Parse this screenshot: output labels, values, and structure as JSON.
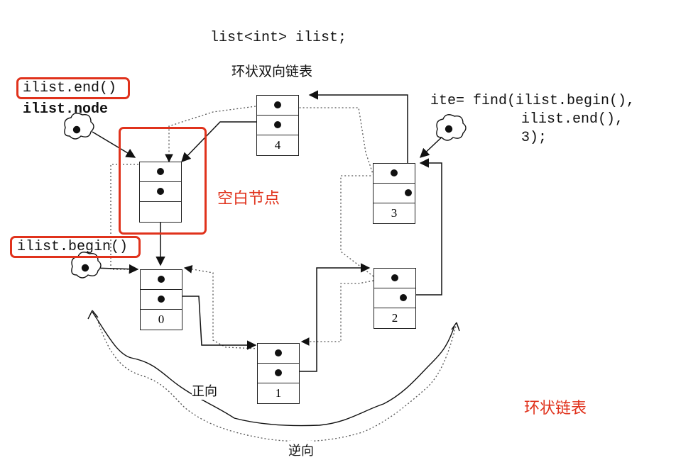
{
  "header": {
    "declaration": "list<int> ilist;",
    "title": "环状双向链表"
  },
  "labels": {
    "end_call": "ilist.end()",
    "end_node": "ilist.node",
    "begin_call": "ilist.begin()",
    "empty_node": "空白节点",
    "ring_list": "环状链表",
    "forward": "正向",
    "backward": "逆向"
  },
  "code": {
    "line1": "ite= find(ilist.begin(),",
    "line2": "ilist.end(),",
    "line3": "3);"
  },
  "nodes": {
    "empty": "",
    "n0": "0",
    "n1": "1",
    "n2": "2",
    "n3": "3",
    "n4": "4"
  },
  "colors": {
    "highlight": "#e0321c",
    "ink": "#111111"
  }
}
